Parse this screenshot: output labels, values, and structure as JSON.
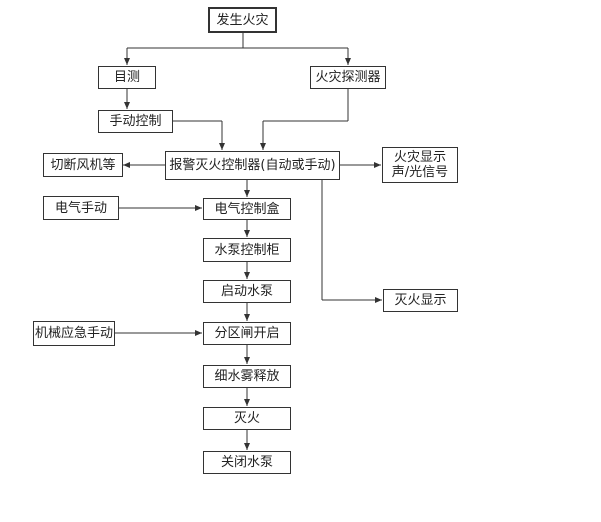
{
  "nodes": {
    "fire_occurs": "发生火灾",
    "visual_check": "目测",
    "fire_detector": "火灾探测器",
    "manual_control": "手动控制",
    "alarm_controller": "报警灭火控制器(自动或手动)",
    "cut_fan": "切断风机等",
    "fire_signal_line1": "火灾显示",
    "fire_signal_line2": "声/光信号",
    "electric_manual": "电气手动",
    "electric_control_box": "电气控制盒",
    "pump_cabinet": "水泵控制柜",
    "start_pump": "启动水泵",
    "extinguish_display": "灭火显示",
    "mechanical_emergency": "机械应急手动",
    "zone_valve_open": "分区闸开启",
    "mist_release": "细水雾释放",
    "extinguish": "灭火",
    "close_pump": "关闭水泵"
  }
}
